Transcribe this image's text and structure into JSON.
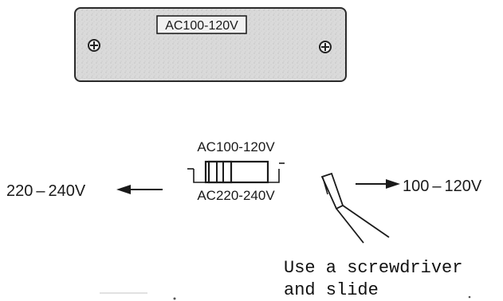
{
  "panel": {
    "voltage_label": "AC100-120V"
  },
  "switch": {
    "top_label": "AC100-120V",
    "bottom_label": "AC220-240V"
  },
  "left_target": {
    "label": "220 – 240V"
  },
  "right_target": {
    "label": "100 – 120V"
  },
  "instruction": {
    "line1": "Use a screwdriver",
    "line2": "and slide"
  },
  "colors": {
    "panel_fill": "#dcdcdc",
    "panel_stroke": "#2b2b2b",
    "ink": "#1a1a1a"
  }
}
